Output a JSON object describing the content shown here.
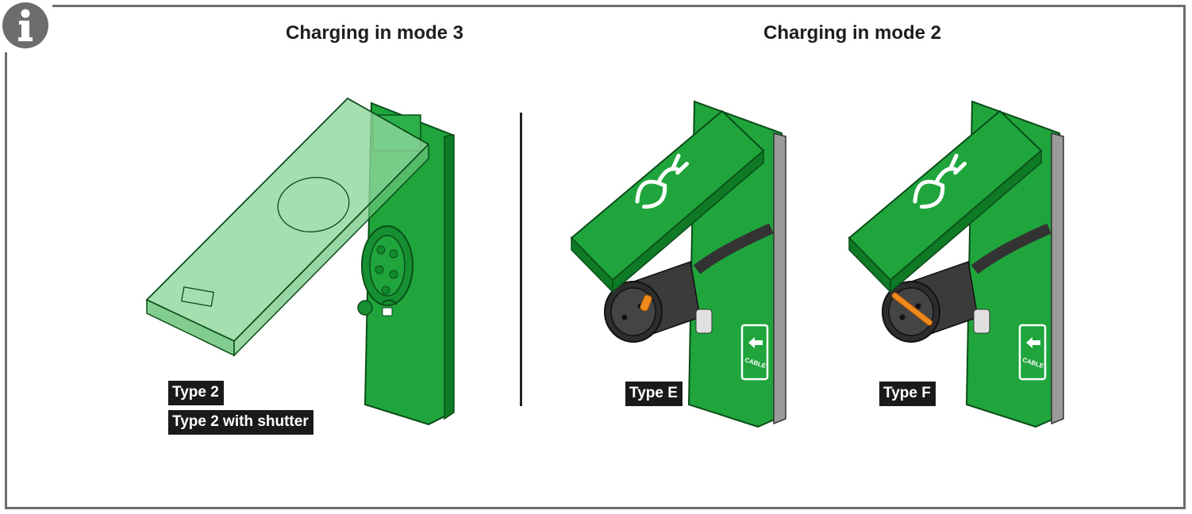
{
  "info": {
    "icon": "info-icon"
  },
  "sections": {
    "mode3": {
      "title": "Charging in mode 3"
    },
    "mode2": {
      "title": "Charging in mode 2"
    }
  },
  "labels": {
    "type2": "Type 2",
    "type2_shutter": "Type 2 with shutter",
    "typeE": "Type E",
    "typeF": "Type F"
  },
  "socket_label": "CABLE",
  "colors": {
    "green": "#1fa53c",
    "green_dark": "#0e7a26",
    "green_light": "#7fd08d",
    "plug": "#3b3b3b",
    "pin": "#f08a1c",
    "frame": "#6d6d6d"
  }
}
